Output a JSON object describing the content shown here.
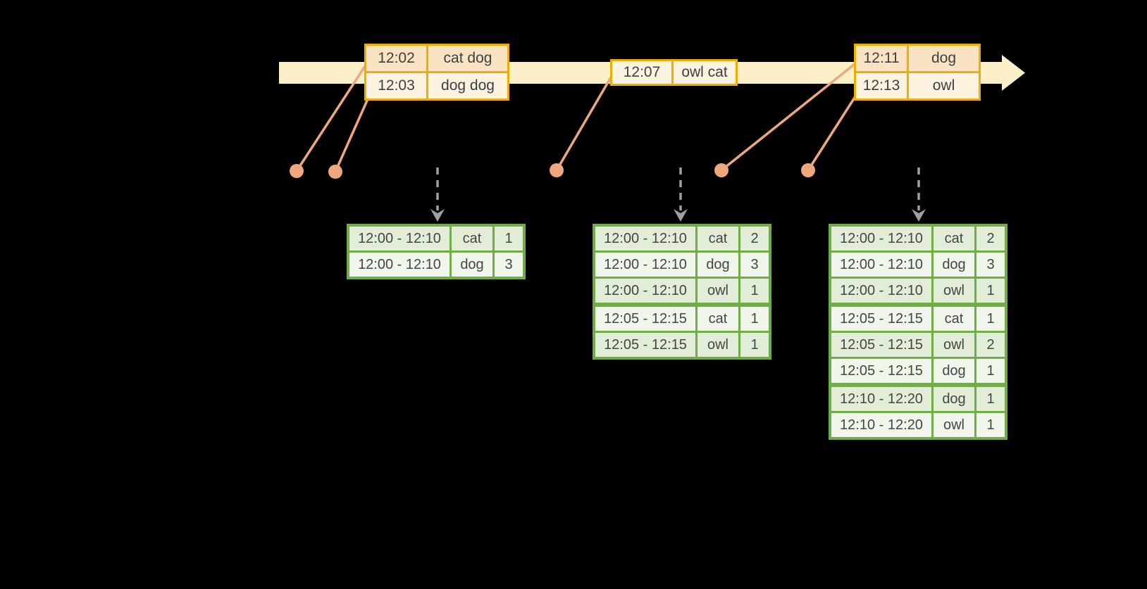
{
  "colors": {
    "background": "#000000",
    "timeline_band": "#FBF0C7",
    "event_border": "#F0AD00",
    "event_row_dark": "#FAE3C3",
    "event_row_light": "#FCF2E0",
    "event_text": "#3F3F3F",
    "connector_salmon": "#EFA87D",
    "table_border_green": "#70AD47",
    "table_row_dark": "#E2EDD8",
    "table_row_light": "#F1F6EC",
    "table_text": "#454545",
    "trigger_arrow_gray": "#A0A0A0"
  },
  "events": [
    {
      "rows": [
        {
          "time": "12:02",
          "words": "cat dog"
        },
        {
          "time": "12:03",
          "words": "dog dog"
        }
      ]
    },
    {
      "rows": [
        {
          "time": "12:07",
          "words": "owl cat"
        }
      ]
    },
    {
      "rows": [
        {
          "time": "12:11",
          "words": "dog"
        },
        {
          "time": "12:13",
          "words": "owl"
        }
      ]
    }
  ],
  "result_tables": [
    {
      "rows": [
        {
          "window": "12:00 - 12:10",
          "word": "cat",
          "count": "1"
        },
        {
          "window": "12:00 - 12:10",
          "word": "dog",
          "count": "3"
        }
      ]
    },
    {
      "rows": [
        {
          "window": "12:00 - 12:10",
          "word": "cat",
          "count": "2"
        },
        {
          "window": "12:00 - 12:10",
          "word": "dog",
          "count": "3"
        },
        {
          "window": "12:00 - 12:10",
          "word": "owl",
          "count": "1"
        },
        {
          "window": "12:05 - 12:15",
          "word": "cat",
          "count": "1"
        },
        {
          "window": "12:05 - 12:15",
          "word": "owl",
          "count": "1"
        }
      ]
    },
    {
      "rows": [
        {
          "window": "12:00 - 12:10",
          "word": "cat",
          "count": "2"
        },
        {
          "window": "12:00 - 12:10",
          "word": "dog",
          "count": "3"
        },
        {
          "window": "12:00 - 12:10",
          "word": "owl",
          "count": "1"
        },
        {
          "window": "12:05 - 12:15",
          "word": "cat",
          "count": "1"
        },
        {
          "window": "12:05 - 12:15",
          "word": "owl",
          "count": "2"
        },
        {
          "window": "12:05 - 12:15",
          "word": "dog",
          "count": "1"
        },
        {
          "window": "12:10 - 12:20",
          "word": "dog",
          "count": "1"
        },
        {
          "window": "12:10 - 12:20",
          "word": "owl",
          "count": "1"
        }
      ]
    }
  ]
}
